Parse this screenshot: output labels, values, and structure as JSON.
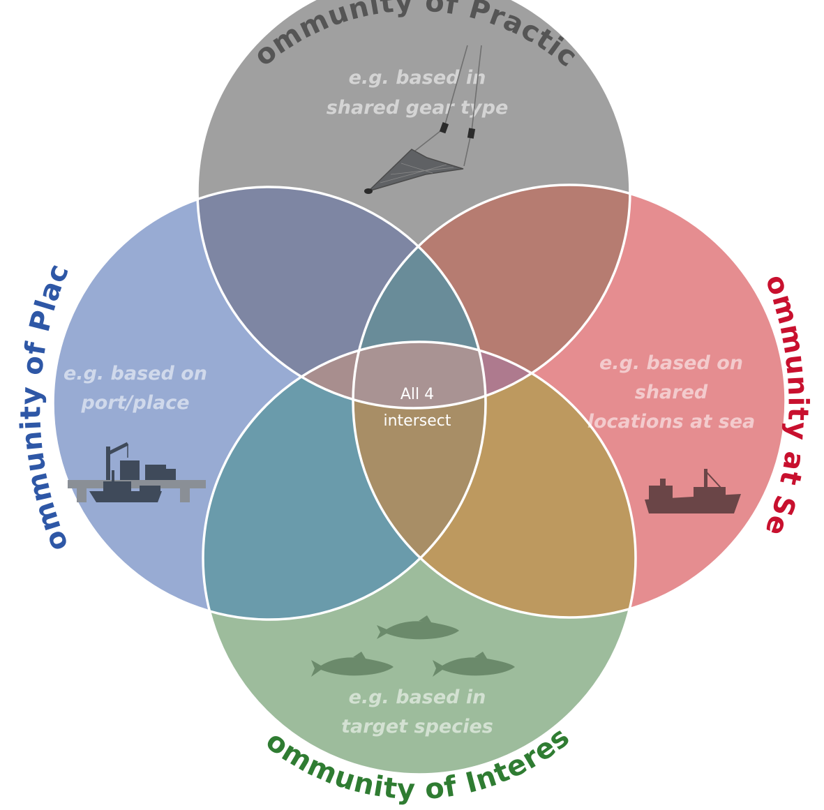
{
  "colors": {
    "practice": "#a0a0a0",
    "sea": "#e58d90",
    "interest": "#9dbc9c",
    "place": "#98abd3",
    "place_practice": "#7e86a3",
    "practice_sea": "#b67c71",
    "sea_interest": "#bd995f",
    "interest_place": "#6a9bab",
    "practice_core": "#ae7a8e",
    "sea_core": "#a88e66",
    "interest_core": "#a88e8e",
    "place_core": "#698c99",
    "all_four": "#a99393",
    "title_practice": "#555555",
    "title_sea": "#c8102e",
    "title_interest": "#2f7c32",
    "title_place": "#2e57a6",
    "icon_dark": "#3f4a5a",
    "icon_boat": "#6a4547",
    "icon_fish": "#6b8a6b"
  },
  "circles": {
    "practice": {
      "title": "Community of Practice",
      "example_lines": [
        "e.g. based in",
        "shared gear type"
      ],
      "icon": "trawl-net-icon"
    },
    "sea": {
      "title": "Community at Sea",
      "example_lines": [
        "e.g. based on",
        "shared",
        "locations at sea"
      ],
      "icon": "fishing-vessel-icon"
    },
    "interest": {
      "title": "Community of Interest",
      "example_lines": [
        "e.g. based in",
        "target species"
      ],
      "icon": "fish-icon"
    },
    "place": {
      "title": "Community of Place",
      "example_lines": [
        "e.g. based on",
        "port/place"
      ],
      "icon": "port-dock-icon"
    }
  },
  "center": {
    "lines": [
      "All  4",
      "intersect"
    ]
  }
}
